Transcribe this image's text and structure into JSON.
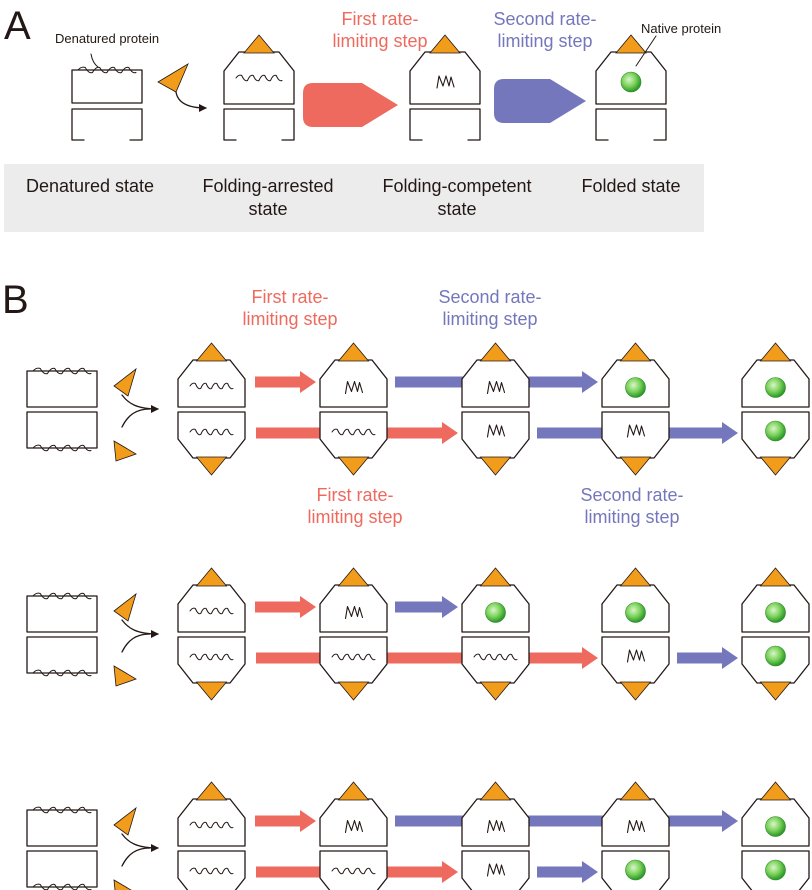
{
  "panels": {
    "a": {
      "letter": "A"
    },
    "b": {
      "letter": "B"
    }
  },
  "labels": {
    "denatured_protein": "Denatured protein",
    "native_protein": "Native protein",
    "first_step": [
      "First rate-",
      "limiting step"
    ],
    "second_step": [
      "Second rate-",
      "limiting step"
    ]
  },
  "states": {
    "denatured": [
      "Denatured state"
    ],
    "arrested": [
      "Folding-arrested",
      "state"
    ],
    "competent": [
      "Folding-competent",
      "state"
    ],
    "folded": [
      "Folded state"
    ]
  },
  "colors": {
    "first_step": "#ee6a5e",
    "second_step": "#7477bb",
    "cap": "#f29c1c",
    "native_core": "#4fbf3c",
    "outline": "#231815",
    "band": "#ececec"
  },
  "icons": {
    "cap": "orange-triangle-cap-icon",
    "native": "green-sphere-native-protein-icon",
    "strand": "squiggle-denatured-strand-icon"
  },
  "scenarios": [
    {
      "top": [
        "arrested",
        "competent",
        "competent",
        "folded",
        "folded"
      ],
      "bottom": [
        "arrested",
        "arrested",
        "competent",
        "competent",
        "folded"
      ]
    },
    {
      "top": [
        "arrested",
        "competent",
        "folded",
        "folded",
        "folded"
      ],
      "bottom": [
        "arrested",
        "arrested",
        "arrested",
        "competent",
        "folded"
      ]
    },
    {
      "top": [
        "arrested",
        "competent",
        "competent",
        "competent",
        "folded"
      ],
      "bottom": [
        "arrested",
        "arrested",
        "competent",
        "folded",
        "folded"
      ]
    }
  ]
}
